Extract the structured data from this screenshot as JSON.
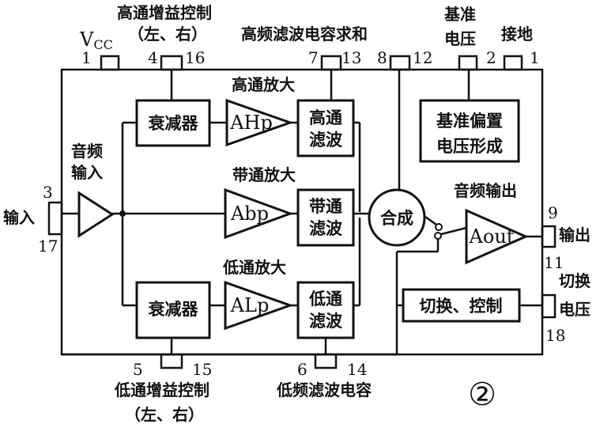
{
  "labels": {
    "vcc": "V",
    "vcc_sub": "CC",
    "hp_gain_l1": "高通增益控制",
    "hp_gain_l2": "（左、右）",
    "hf_cap_sum": "高频滤波电容求和",
    "ref_v_l1": "基准",
    "ref_v_l2": "电压",
    "ground": "接地",
    "hp_amp": "高通放大",
    "bp_amp": "带通放大",
    "lp_amp": "低通放大",
    "audio_in_l1": "音频",
    "audio_in_l2": "输入",
    "input": "输入",
    "audio_out": "音频输出",
    "output": "输出",
    "switch_v_l1": "切换",
    "switch_v_l2": "电压",
    "lp_gain_l1": "低通增益控制",
    "lp_gain_l2": "（左、右）",
    "lf_cap": "低频滤波电容",
    "figure_no": "②"
  },
  "blocks": {
    "atten_top": "衰减器",
    "atten_bot": "衰减器",
    "hp_filter_l1": "高通",
    "hp_filter_l2": "滤波",
    "bp_filter_l1": "带通",
    "bp_filter_l2": "滤波",
    "lp_filter_l1": "低通",
    "lp_filter_l2": "滤波",
    "ref_bias_l1": "基准偏置",
    "ref_bias_l2": "电压形成",
    "mixer": "合成",
    "switch_ctrl": "切换、控制"
  },
  "amplifiers": {
    "hp": "AHp",
    "bp": "Abp",
    "lp": "ALp",
    "out": "Aout"
  },
  "pins": {
    "p1a": "1",
    "p4": "4",
    "p16": "16",
    "p7": "7",
    "p13": "13",
    "p8": "8",
    "p12": "12",
    "p2": "2",
    "p1b": "1",
    "p3": "3",
    "p17": "17",
    "p9": "9",
    "p11": "11",
    "p18": "18",
    "p5": "5",
    "p15": "15",
    "p6": "6",
    "p14": "14"
  }
}
